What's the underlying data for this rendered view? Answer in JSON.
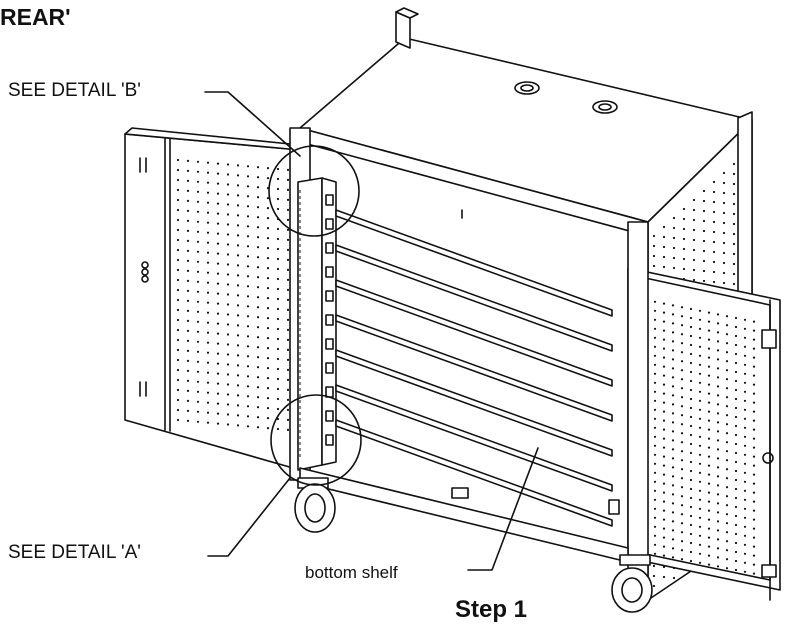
{
  "labels": {
    "title": "REAR'",
    "detail_b": "SEE DETAIL 'B'",
    "detail_a": "SEE DETAIL 'A'",
    "bottom_shelf": "bottom shelf",
    "step": "Step 1"
  }
}
